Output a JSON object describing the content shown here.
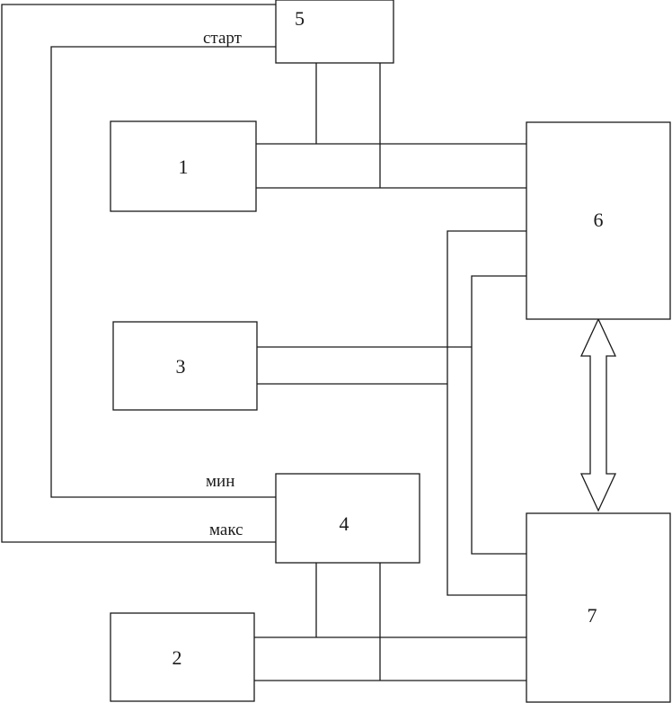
{
  "blocks": {
    "b1": "1",
    "b2": "2",
    "b3": "3",
    "b4": "4",
    "b5": "5",
    "b6": "6",
    "b7": "7"
  },
  "signals": {
    "start": "старт",
    "min": "мин",
    "max": "макс"
  }
}
